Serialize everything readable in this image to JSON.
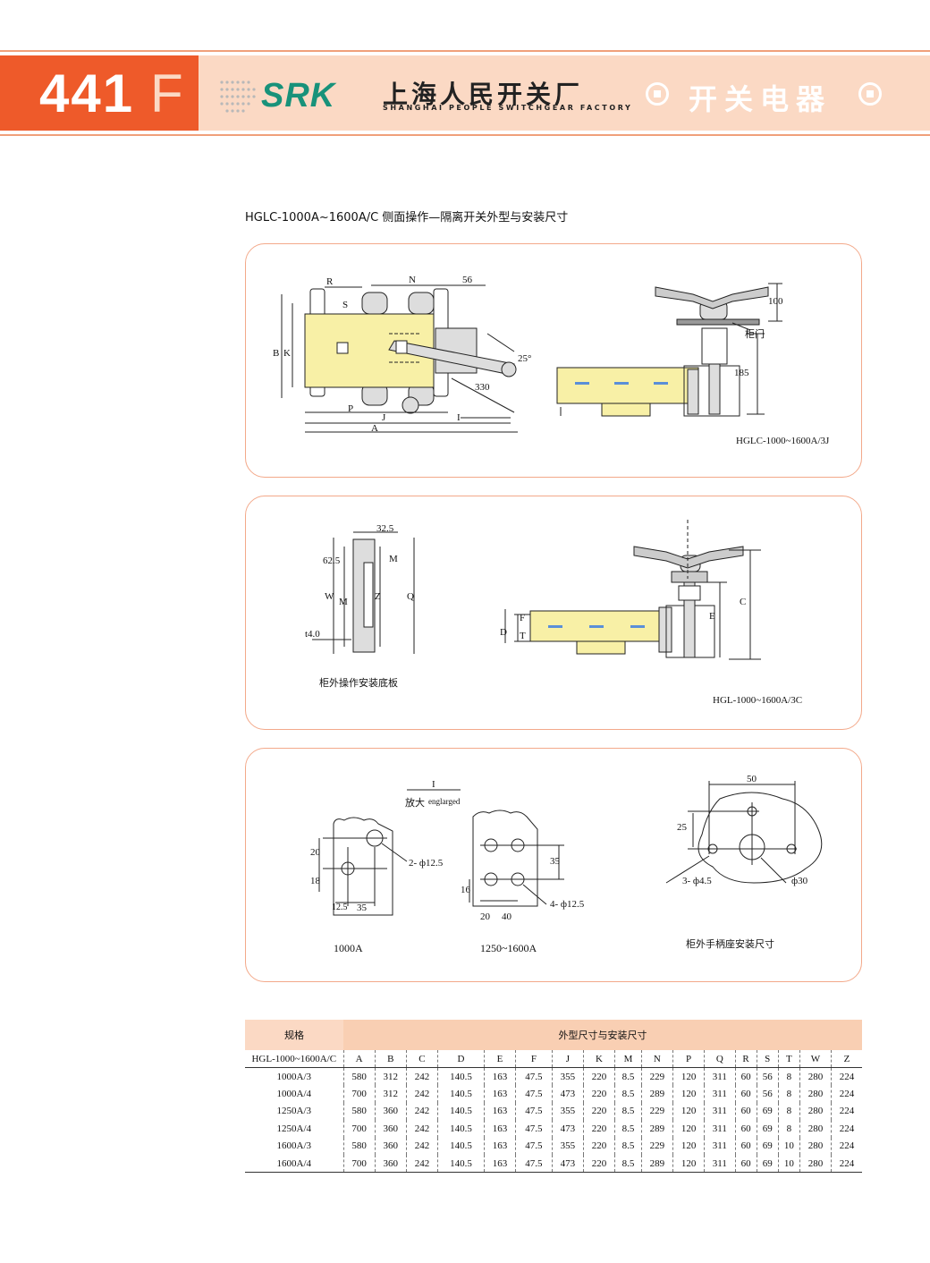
{
  "header": {
    "page_number": "441",
    "page_suffix": "F",
    "logo": "SRK",
    "company_cn": "上海人民开关厂",
    "company_en": "SHANGHAI PEOPLE SWITCHGEAR FACTORY",
    "category": "开关电器"
  },
  "section_title": "HGLC-1000A~1600A/C 侧面操作—隔离开关外型与安装尺寸",
  "panel1": {
    "dims": {
      "R": "R",
      "N": "N",
      "n56": "56",
      "S": "S",
      "B": "B",
      "K": "K",
      "P": "P",
      "J": "J",
      "I": "I",
      "A": "A",
      "angle": "25°",
      "len": "330",
      "h100": "100",
      "h185": "185"
    },
    "door_label": "柜门",
    "caption": "HGLC-1000~1600A/3J"
  },
  "panel2": {
    "dims": {
      "w32": "32.5",
      "h62": "62.5",
      "M": "M",
      "W": "W",
      "Z": "Z",
      "Q": "Q",
      "t4": "t4.0",
      "C": "C",
      "E": "E",
      "F": "F",
      "D": "D",
      "T": "T"
    },
    "plate_caption": "柜外操作安装底板",
    "caption": "HGL-1000~1600A/3C"
  },
  "panel3": {
    "detail_label": "I",
    "enlarged_cn": "放大",
    "enlarged_en": "englarged",
    "d1000": {
      "h20": "20",
      "h18": "18",
      "w12": "12.5",
      "w35": "35",
      "hole": "2- ф12.5"
    },
    "d1250": {
      "h35": "35",
      "h16": "16",
      "w20": "20",
      "w40": "40",
      "hole": "4- ф12.5"
    },
    "dhandle": {
      "w50": "50",
      "h25": "25",
      "hole3": "3- ф4.5",
      "hole30": "ф30"
    },
    "caption_1000": "1000A",
    "caption_1250": "1250~1600A",
    "caption_handle": "柜外手柄座安装尺寸"
  },
  "table": {
    "header_left": "规格",
    "header_right": "外型尺寸与安装尺寸",
    "model_col": "HGL-1000~1600A/C",
    "columns": [
      "A",
      "B",
      "C",
      "D",
      "E",
      "F",
      "J",
      "K",
      "M",
      "N",
      "P",
      "Q",
      "R",
      "S",
      "T",
      "W",
      "Z"
    ],
    "rows": [
      {
        "spec": "1000A/3",
        "values": [
          "580",
          "312",
          "242",
          "140.5",
          "163",
          "47.5",
          "355",
          "220",
          "8.5",
          "229",
          "120",
          "311",
          "60",
          "56",
          "8",
          "280",
          "224"
        ]
      },
      {
        "spec": "1000A/4",
        "values": [
          "700",
          "312",
          "242",
          "140.5",
          "163",
          "47.5",
          "473",
          "220",
          "8.5",
          "289",
          "120",
          "311",
          "60",
          "56",
          "8",
          "280",
          "224"
        ]
      },
      {
        "spec": "1250A/3",
        "values": [
          "580",
          "360",
          "242",
          "140.5",
          "163",
          "47.5",
          "355",
          "220",
          "8.5",
          "229",
          "120",
          "311",
          "60",
          "69",
          "8",
          "280",
          "224"
        ]
      },
      {
        "spec": "1250A/4",
        "values": [
          "700",
          "360",
          "242",
          "140.5",
          "163",
          "47.5",
          "473",
          "220",
          "8.5",
          "289",
          "120",
          "311",
          "60",
          "69",
          "8",
          "280",
          "224"
        ]
      },
      {
        "spec": "1600A/3",
        "values": [
          "580",
          "360",
          "242",
          "140.5",
          "163",
          "47.5",
          "355",
          "220",
          "8.5",
          "229",
          "120",
          "311",
          "60",
          "69",
          "10",
          "280",
          "224"
        ]
      },
      {
        "spec": "1600A/4",
        "values": [
          "700",
          "360",
          "242",
          "140.5",
          "163",
          "47.5",
          "473",
          "220",
          "8.5",
          "289",
          "120",
          "311",
          "60",
          "69",
          "10",
          "280",
          "224"
        ]
      }
    ]
  },
  "colors": {
    "accent": "#ee5a2a",
    "band": "#fbd9c4",
    "logo": "#18927a",
    "panel_border": "#f3a98a",
    "part_fill": "#f8f0a6"
  }
}
